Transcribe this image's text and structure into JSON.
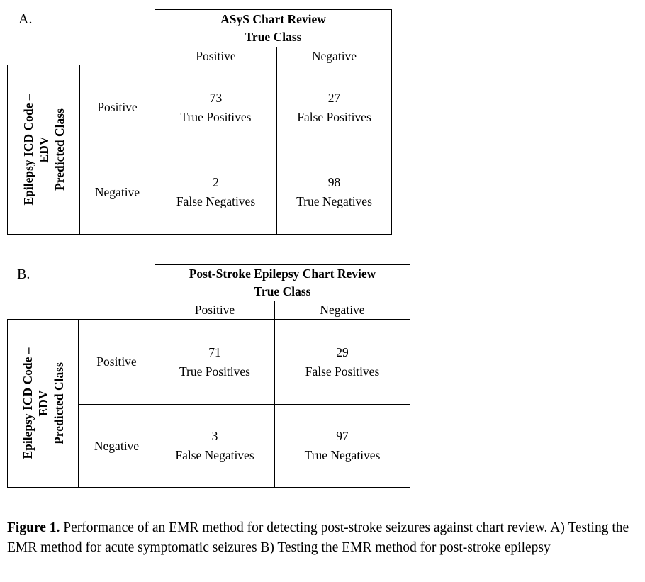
{
  "colors": {
    "background": "#ffffff",
    "text": "#000000",
    "border": "#000000"
  },
  "panels": [
    {
      "label": "A.",
      "title_line1": "ASyS Chart Review",
      "title_line2": "True Class",
      "col_headers": [
        "Positive",
        "Negative"
      ],
      "row_headers": [
        "Positive",
        "Negative"
      ],
      "side_label_lines": [
        "Epilepsy ICD Code –",
        "EDV",
        "Predicted Class"
      ],
      "cells": [
        {
          "value": "73",
          "label": "True Positives"
        },
        {
          "value": "27",
          "label": "False Positives"
        },
        {
          "value": "2",
          "label": "False Negatives"
        },
        {
          "value": "98",
          "label": "True Negatives"
        }
      ]
    },
    {
      "label": "B.",
      "title_line1": "Post-Stroke Epilepsy Chart Review",
      "title_line2": "True Class",
      "col_headers": [
        "Positive",
        "Negative"
      ],
      "row_headers": [
        "Positive",
        "Negative"
      ],
      "side_label_lines": [
        "Epilepsy ICD Code –",
        "EDV",
        "Predicted Class"
      ],
      "cells": [
        {
          "value": "71",
          "label": "True Positives"
        },
        {
          "value": "29",
          "label": "False Positives"
        },
        {
          "value": "3",
          "label": "False Negatives"
        },
        {
          "value": "97",
          "label": "True Negatives"
        }
      ]
    }
  ],
  "caption": {
    "bold": "Figure 1.",
    "text": " Performance of an EMR method for detecting post-stroke seizures against chart review. A) Testing the EMR method for acute symptomatic seizures B) Testing the EMR method for post-stroke epilepsy"
  },
  "chart_data": [
    {
      "type": "table",
      "title": "ASyS Chart Review confusion matrix",
      "rows": [
        "Predicted Positive",
        "Predicted Negative"
      ],
      "columns": [
        "True Positive",
        "True Negative"
      ],
      "values": [
        [
          73,
          27
        ],
        [
          2,
          98
        ]
      ]
    },
    {
      "type": "table",
      "title": "Post-Stroke Epilepsy Chart Review confusion matrix",
      "rows": [
        "Predicted Positive",
        "Predicted Negative"
      ],
      "columns": [
        "True Positive",
        "True Negative"
      ],
      "values": [
        [
          71,
          29
        ],
        [
          3,
          97
        ]
      ]
    }
  ]
}
